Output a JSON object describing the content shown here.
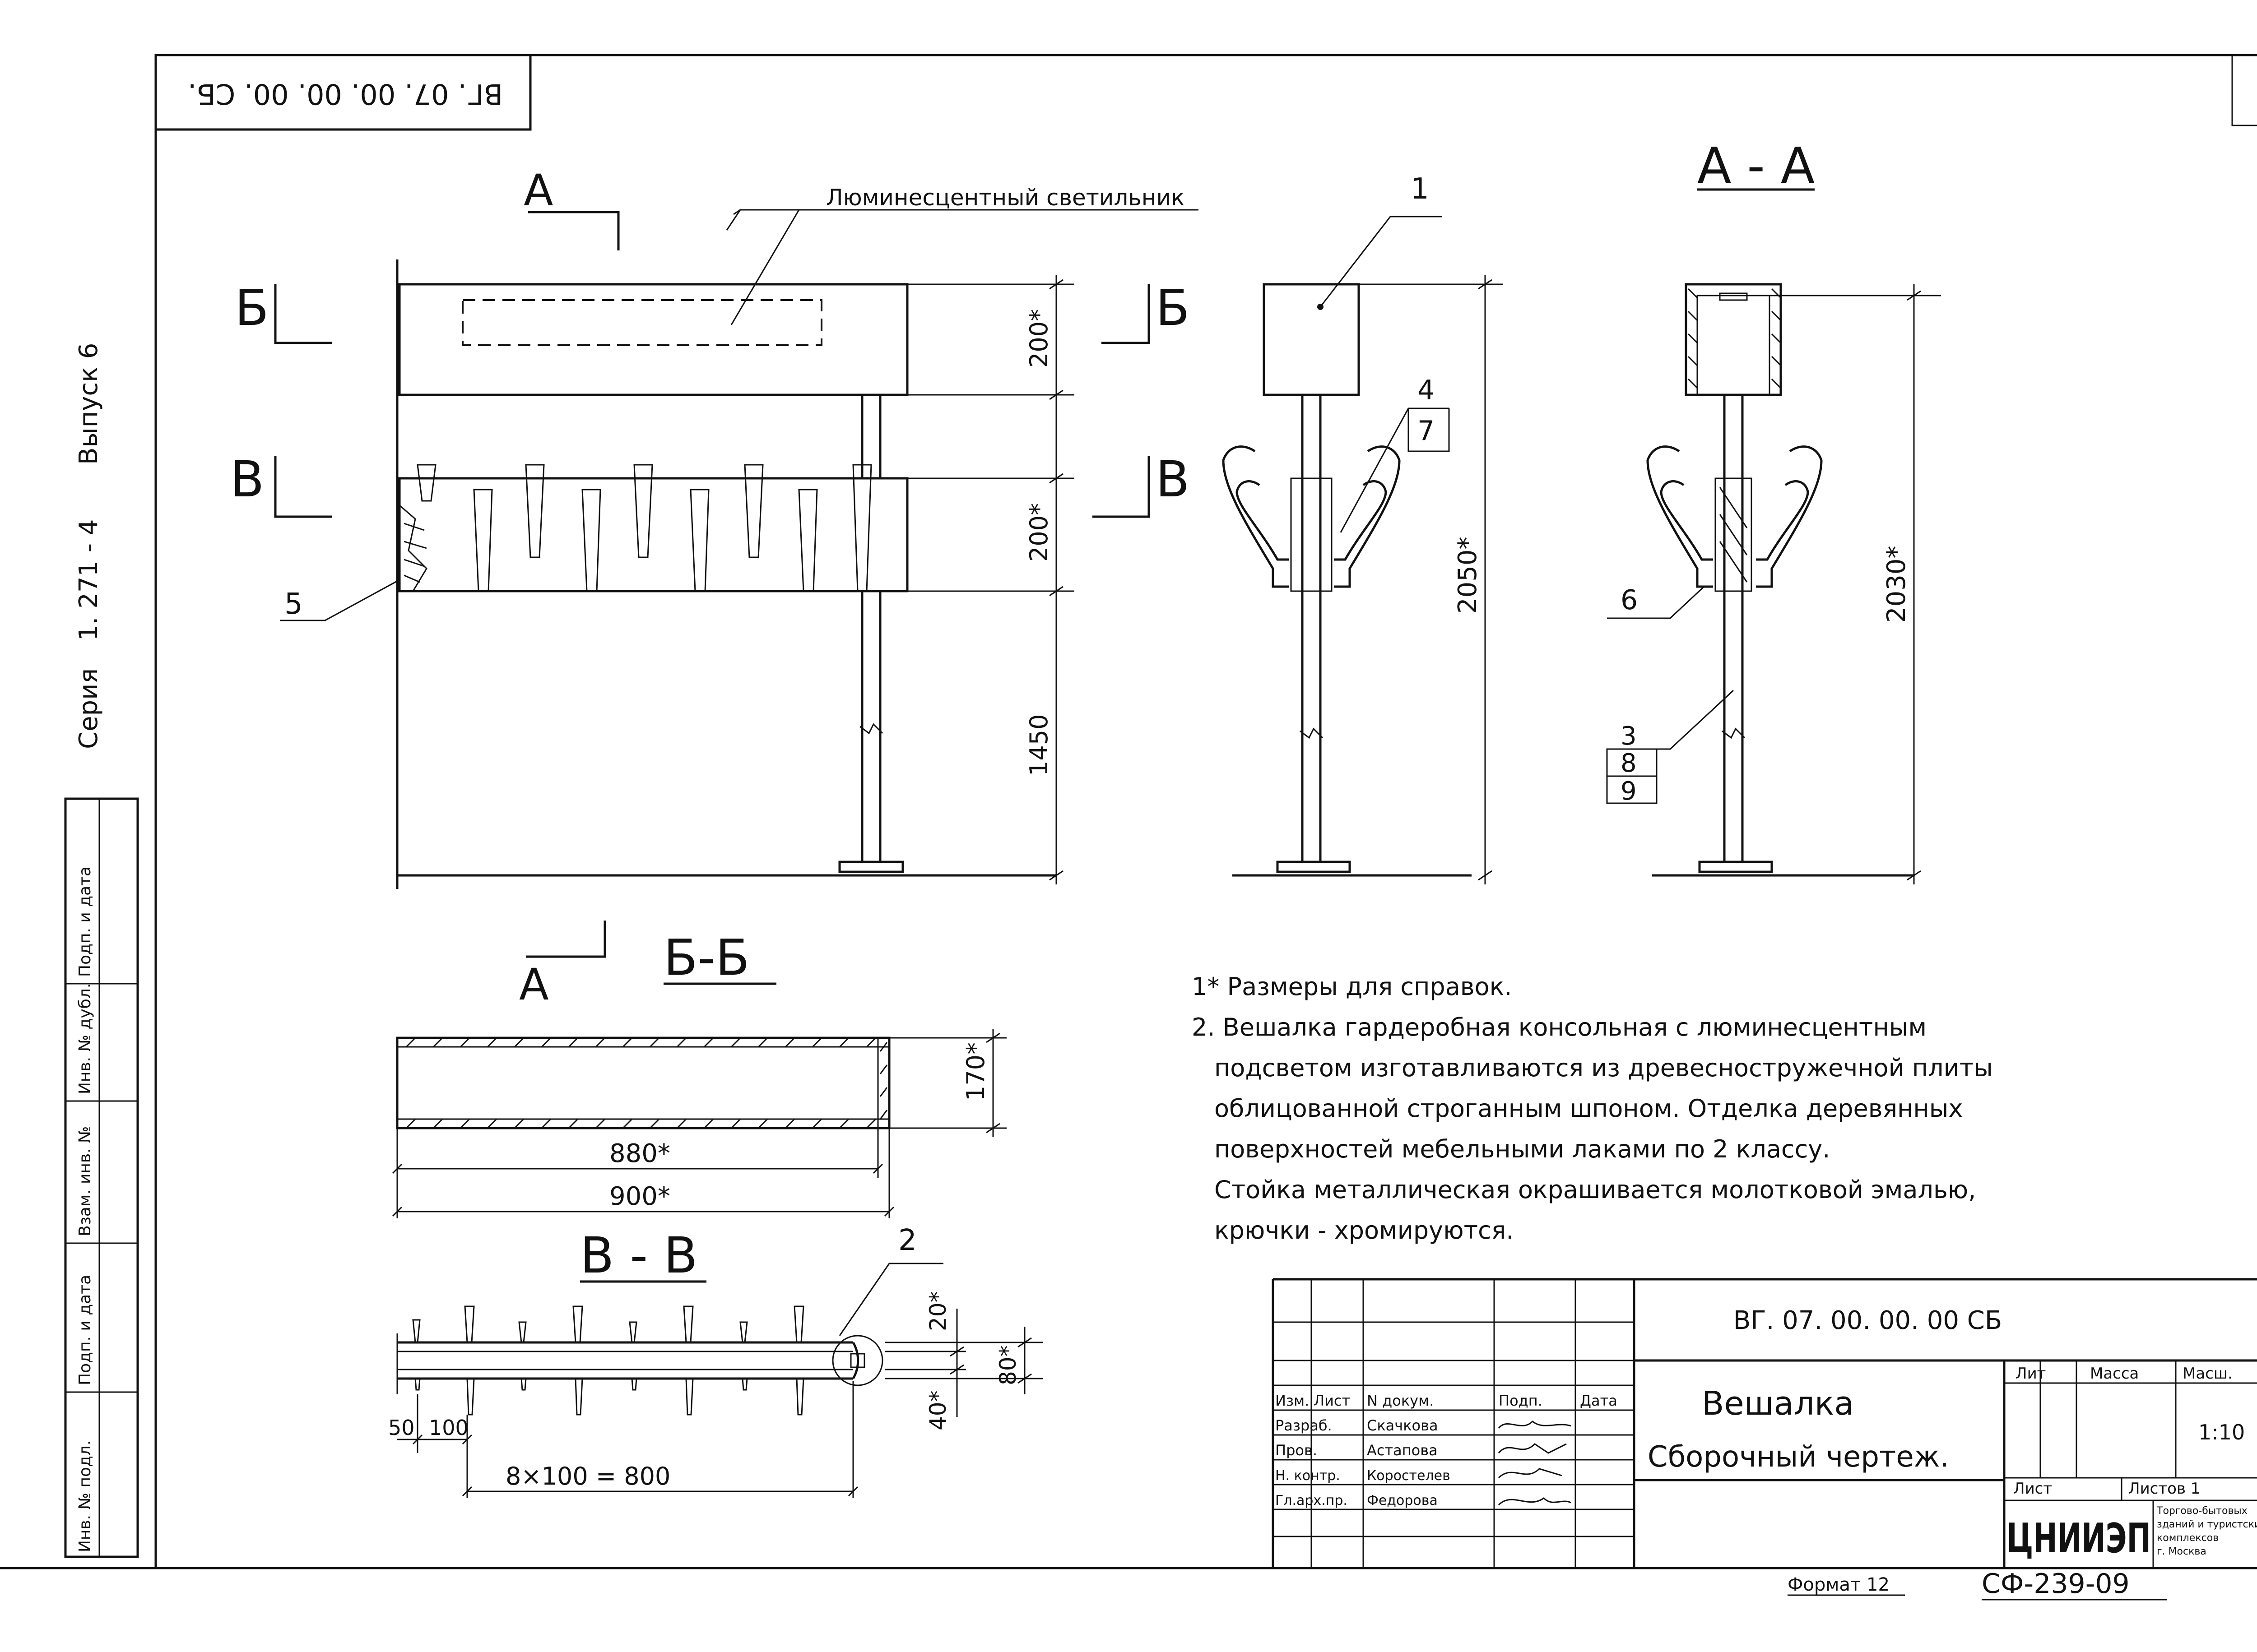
{
  "stamp": "ВГ. 07. 00. 00. 00. СБ.",
  "side": {
    "series": "Серия",
    "series_no": "1. 271 - 4",
    "issue": "Выпуск 6"
  },
  "side_table": [
    "Инв. № подл.",
    "Подп. и дата",
    "Взам. инв. №",
    "Инв. № дубл.",
    "Подп. и дата"
  ],
  "views": {
    "front": {
      "lamp_label": "Люминесцентный светильник",
      "cut_a": "А",
      "cut_b": "Б",
      "cut_v": "В",
      "dim_top": "200*",
      "dim_mid": "200*",
      "dim_bottom": "1450",
      "callout_5": "5"
    },
    "side": {
      "callout_1": "1",
      "callout_4": "4",
      "callout_7": "7",
      "dim_height": "2050*"
    },
    "section_aa": {
      "title": "А - А",
      "callout_6": "6",
      "callout_3": "3",
      "callout_8": "8",
      "callout_9": "9",
      "dim_height": "2030*"
    },
    "section_bb": {
      "title": "Б-Б",
      "cut_a": "А",
      "dim_depth": "170*",
      "dim_inner": "880*",
      "dim_outer": "900*"
    },
    "section_vv": {
      "title": "В - В",
      "callout_2": "2",
      "dim_50": "50",
      "dim_100": "100",
      "dim_total": "8×100 = 800",
      "dim_20": "20*",
      "dim_80": "80*",
      "dim_40": "40*"
    }
  },
  "notes": [
    "1* Размеры для справок.",
    "2. Вешалка гардеробная консольная с люминесцентным",
    "подсветом изготавливаются из древесностружечной плиты",
    "облицованной строганным шпоном. Отделка деревянных",
    "поверхностей мебельными лаками   по 2 классу.",
    "Стойка металлическая окрашивается молотковой эмалью,",
    "крючки - хромируются."
  ],
  "title_block": {
    "code": "ВГ. 07. 00. 00. 00 СБ",
    "name": "Вешалка",
    "doc_type": "Сборочный чертеж.",
    "header": [
      "Изм.",
      "Лист",
      "N докум.",
      "Подп.",
      "Дата"
    ],
    "rows": [
      {
        "role": "Разраб.",
        "name": "Скачкова"
      },
      {
        "role": "Пров.",
        "name": "Астапова"
      },
      {
        "role": "Н. контр.",
        "name": "Коростелев"
      },
      {
        "role": "Гл.арх.пр.",
        "name": "Федорова"
      }
    ],
    "lit": "Лит",
    "mass": "Масса",
    "scale_label": "Масш.",
    "scale": "1:10",
    "sheet": "Лист",
    "sheets": "Листов 1",
    "org_logo": "ЦНИИЭП",
    "org_name": [
      "Торгово-бытовых",
      "зданий и туристских",
      "комплексов",
      "г. Москва"
    ]
  },
  "format": "Формат 12",
  "archive_code": "СФ-239-09"
}
